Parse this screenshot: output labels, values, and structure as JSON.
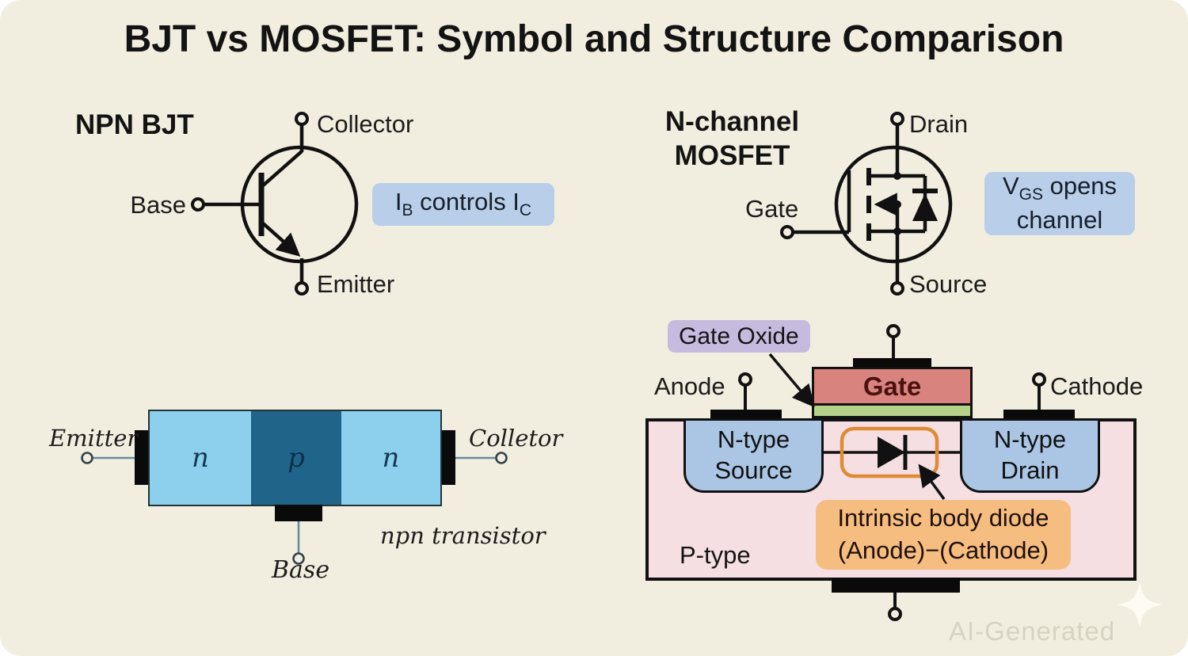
{
  "title": "BJT vs MOSFET: Symbol and Structure Comparison",
  "bjt_symbol": {
    "heading": "NPN BJT",
    "collector": "Collector",
    "base": "Base",
    "emitter": "Emitter",
    "note": {
      "t1": "I",
      "s1": "B",
      "t2": " controls I",
      "s2": "C"
    }
  },
  "mosfet_symbol": {
    "heading_line1": "N-channel",
    "heading_line2": "MOSFET",
    "drain": "Drain",
    "gate": "Gate",
    "source": "Source",
    "note": {
      "t1": "V",
      "s1": "GS",
      "t2": " opens",
      "line2": "channel"
    }
  },
  "bjt_structure": {
    "regions": [
      "n",
      "p",
      "n"
    ],
    "emitter": "Emitter",
    "collector": "Colletor",
    "base": "Base",
    "caption": "npn transistor"
  },
  "mosfet_structure": {
    "gate_oxide": "Gate Oxide",
    "gate": "Gate",
    "anode": "Anode",
    "cathode": "Cathode",
    "source_line1": "N-type",
    "source_line2": "Source",
    "drain_line1": "N-type",
    "drain_line2": "Drain",
    "substrate": "P-type",
    "diode_note_line1": "Intrinsic body diode",
    "diode_note_line2": "(Anode)−(Cathode)"
  },
  "watermark": "AI-Generated",
  "colors": {
    "background": "#f2eedf",
    "badge_blue": "#b9cfe9",
    "badge_lavender": "#c6bbdf",
    "badge_orange": "#f6bd80",
    "diode_box_orange": "#de8b33",
    "gate_red": "#d9837f",
    "oxide_green": "#b6d28a",
    "ntype_blue": "#abc6e5",
    "substrate_pink": "#f6dfe3",
    "npn_n_blue": "#8dd0ee",
    "npn_p_teal": "#20648a"
  }
}
